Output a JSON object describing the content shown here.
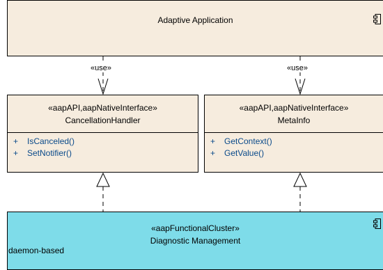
{
  "application": {
    "title": "Adaptive Application",
    "icon": "component-icon"
  },
  "use_labels": [
    "«use»",
    "«use»"
  ],
  "classes": [
    {
      "stereotype": "«aapAPI,aapNativeInterface»",
      "name": "CancellationHandler",
      "operations": [
        {
          "visibility": "+",
          "name": "IsCanceled()"
        },
        {
          "visibility": "+",
          "name": "SetNotifier()"
        }
      ]
    },
    {
      "stereotype": "«aapAPI,aapNativeInterface»",
      "name": "MetaInfo",
      "operations": [
        {
          "visibility": "+",
          "name": "GetContext()"
        },
        {
          "visibility": "+",
          "name": "GetValue()"
        }
      ]
    }
  ],
  "cluster": {
    "stereotype": "«aapFunctionalCluster»",
    "name": "Diagnostic Management",
    "attribute": "daemon-based",
    "icon": "component-icon"
  },
  "colors": {
    "class_fill": "#f6ecde",
    "cluster_fill": "#7edce9",
    "operation_text": "#0a4a8a"
  }
}
